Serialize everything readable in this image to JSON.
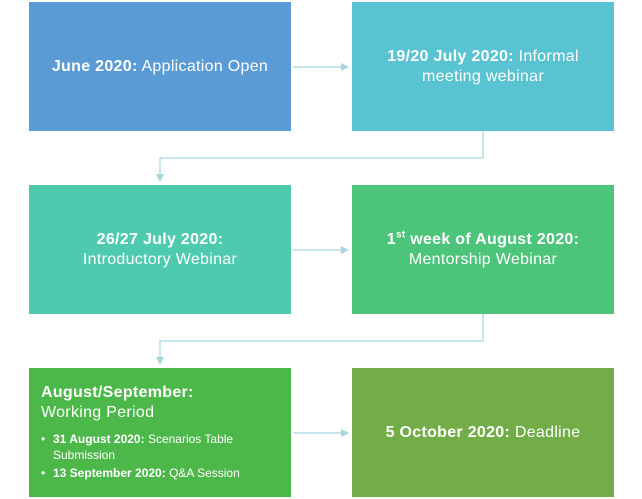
{
  "colors": {
    "step1": "#5B9BD5",
    "step2": "#59C3D1",
    "step3": "#4ECBAE",
    "step4": "#4CC47A",
    "step5": "#4CB84A",
    "step6": "#72AD47",
    "connector": "#A7D5DF"
  },
  "steps": [
    {
      "bold": "June 2020:",
      "text": "Application Open"
    },
    {
      "bold": "19/20 July 2020:",
      "text": "Informal meeting webinar"
    },
    {
      "bold": "26/27 July 2020:",
      "text": "Introductory Webinar"
    },
    {
      "bold_prefix": "1",
      "sup": "st",
      "bold": "week of August 2020:",
      "text": "Mentorship Webinar"
    },
    {
      "bold": "August/September:",
      "text": "Working Period",
      "bullets": [
        {
          "bold": "31 August 2020:",
          "text": "Scenarios Table Submission"
        },
        {
          "bold": "13 September 2020:",
          "text": "Q&A Session"
        }
      ]
    },
    {
      "bold": "5 October 2020:",
      "text": "Deadline"
    }
  ]
}
